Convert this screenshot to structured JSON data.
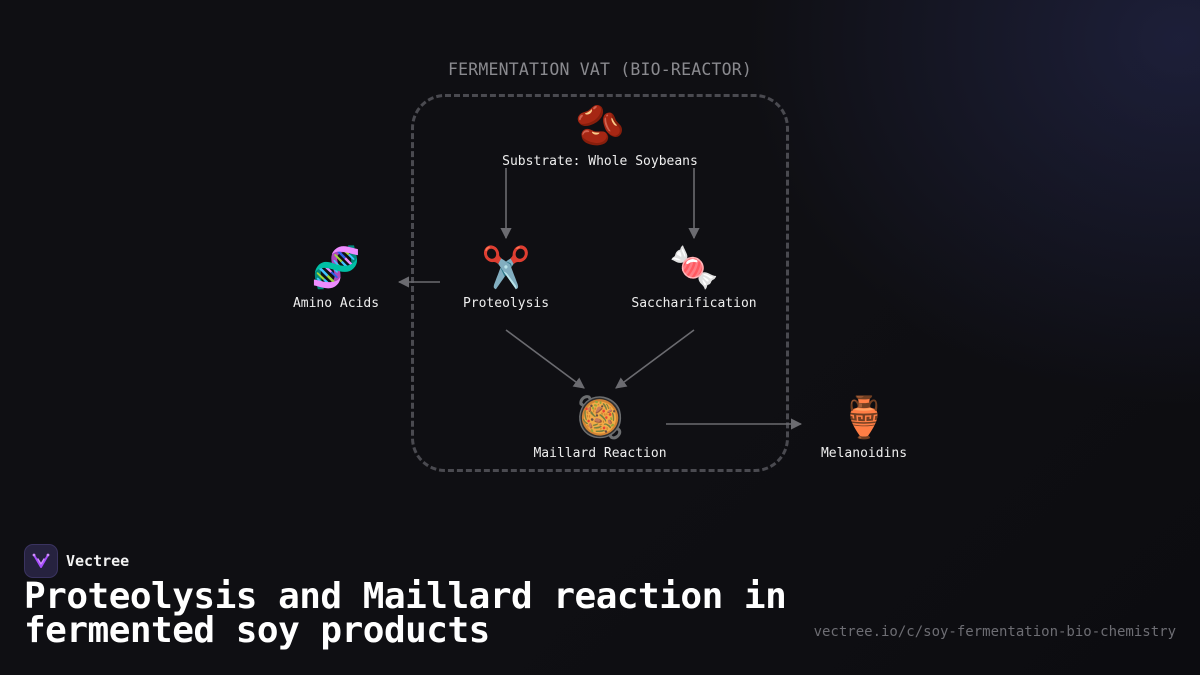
{
  "diagram": {
    "container_title": "FERMENTATION VAT (BIO-REACTOR)",
    "nodes": {
      "substrate": {
        "icon": "kidney-beans-icon",
        "emoji": "🫘",
        "label": "Substrate: Whole Soybeans"
      },
      "proteolysis": {
        "icon": "scissors-icon",
        "emoji": "✂️",
        "label": "Proteolysis"
      },
      "saccharification": {
        "icon": "candy-icon",
        "emoji": "🍬",
        "label": "Saccharification"
      },
      "amino_acids": {
        "icon": "dna-icon",
        "emoji": "🧬",
        "label": "Amino Acids"
      },
      "maillard": {
        "icon": "paella-pan-icon",
        "emoji": "🥘",
        "label": "Maillard Reaction"
      },
      "melanoidins": {
        "icon": "amphora-icon",
        "emoji": "🏺",
        "label": "Melanoidins"
      }
    },
    "edges": [
      {
        "from": "substrate",
        "to": "proteolysis"
      },
      {
        "from": "substrate",
        "to": "saccharification"
      },
      {
        "from": "proteolysis",
        "to": "amino_acids"
      },
      {
        "from": "proteolysis",
        "to": "maillard"
      },
      {
        "from": "saccharification",
        "to": "maillard"
      },
      {
        "from": "maillard",
        "to": "melanoidins"
      }
    ]
  },
  "brand": {
    "name": "Vectree",
    "logo_icon": "vectree-logo-icon",
    "accent_color": "#a64dff"
  },
  "footer": {
    "title": "Proteolysis and Maillard reaction in fermented soy products",
    "url": "vectree.io/c/soy-fermentation-bio-chemistry"
  },
  "colors": {
    "background": "#0f0f13",
    "edge": "#6b6b70",
    "container_border": "#4a4a50"
  }
}
